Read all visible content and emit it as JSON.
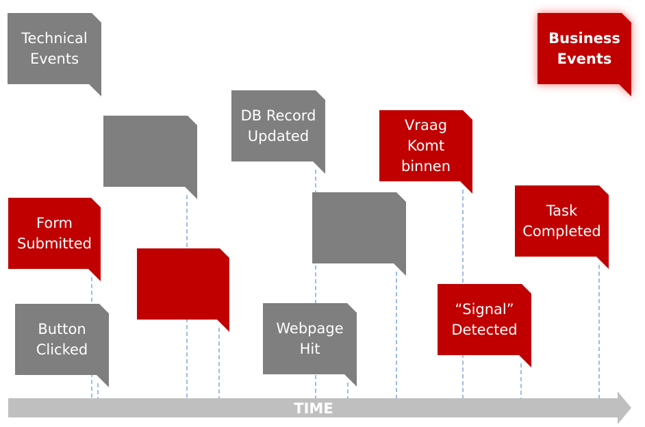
{
  "colors": {
    "technical": "#7f7f7f",
    "business": "#c00000",
    "axis": "#bfbfbf",
    "connector": "#5b8fd0"
  },
  "legend": {
    "technical": [
      "Technical",
      "Events"
    ],
    "business": [
      "Business",
      "Events"
    ]
  },
  "axis": {
    "label": "TIME"
  },
  "events": [
    {
      "id": "form-submitted",
      "kind": "business",
      "lines": [
        "Form",
        "Submitted"
      ]
    },
    {
      "id": "button-clicked",
      "kind": "technical",
      "lines": [
        "Button",
        "Clicked"
      ]
    },
    {
      "id": "unlabeled-gray-1",
      "kind": "technical",
      "lines": []
    },
    {
      "id": "unlabeled-red-1",
      "kind": "business",
      "lines": []
    },
    {
      "id": "db-record-updated",
      "kind": "technical",
      "lines": [
        "DB Record",
        "Updated"
      ]
    },
    {
      "id": "webpage-hit",
      "kind": "technical",
      "lines": [
        "Webpage",
        "Hit"
      ]
    },
    {
      "id": "unlabeled-gray-2",
      "kind": "technical",
      "lines": []
    },
    {
      "id": "vraag-komt-binnen",
      "kind": "business",
      "lines": [
        "Vraag",
        "Komt",
        "binnen"
      ]
    },
    {
      "id": "signal-detected",
      "kind": "business",
      "lines": [
        "“Signal”",
        "Detected"
      ]
    },
    {
      "id": "task-completed",
      "kind": "business",
      "lines": [
        "Task",
        "Completed"
      ]
    }
  ]
}
